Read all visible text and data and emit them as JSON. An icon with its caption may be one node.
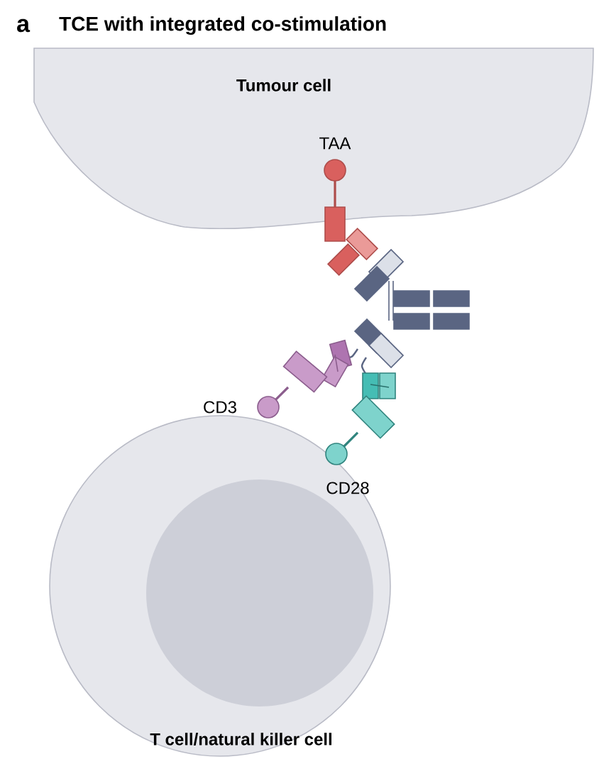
{
  "diagram": {
    "title": "TCE with integrated co-stimulation",
    "nodes": [
      {
        "text": [
          "Tumour cell"
        ]
      },
      {
        "text": [
          "T cell/natural killer cell"
        ]
      }
    ],
    "labels": [
      "a",
      "TAA",
      "CD3",
      "CD28"
    ]
  }
}
